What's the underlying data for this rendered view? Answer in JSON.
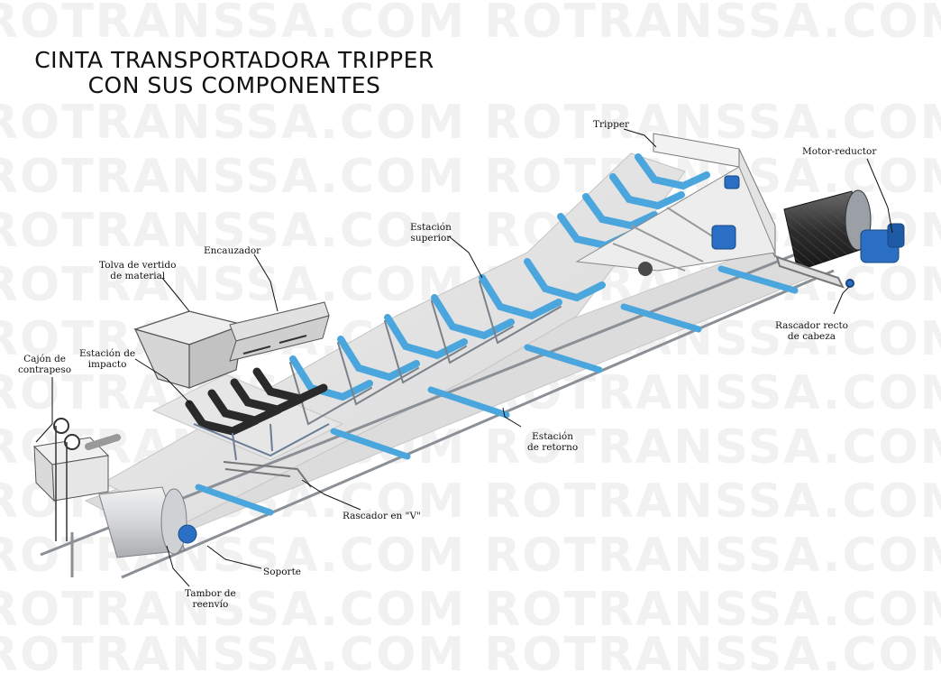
{
  "watermark": "ROTRANSSA.COM ROTRANSSA.COM ROTRANSSA.COM",
  "title": {
    "line1": "CINTA TRANSPORTADORA TRIPPER",
    "line2": "CON SUS COMPONENTES"
  },
  "labels": {
    "tripper": "Tripper",
    "motor_reductor": "Motor-reductor",
    "estacion_superior_1": "Estación",
    "estacion_superior_2": "superior",
    "encauzador": "Encauzador",
    "tolva_1": "Tolva de vertido",
    "tolva_2": "de material",
    "rascador_recto_1": "Rascador recto",
    "rascador_recto_2": "de cabeza",
    "cajon_1": "Cajón de",
    "cajon_2": "contrapeso",
    "estacion_impacto_1": "Estación de",
    "estacion_impacto_2": "impacto",
    "estacion_retorno_1": "Estación",
    "estacion_retorno_2": "de retorno",
    "rascador_v": "Rascador en \"V\"",
    "soporte": "Soporte",
    "tambor_1": "Tambor de",
    "tambor_2": "reenvío"
  },
  "colors": {
    "belt": "#e4e4e4",
    "belt_edge": "#c9c9c9",
    "roller": "#4aa6dc",
    "roller_dark": "#1f6fa8",
    "motor": "#2b6fc4",
    "impact_roller": "#2a2a2a",
    "frame": "#9aa0a6",
    "drum": "#d8dadc"
  }
}
